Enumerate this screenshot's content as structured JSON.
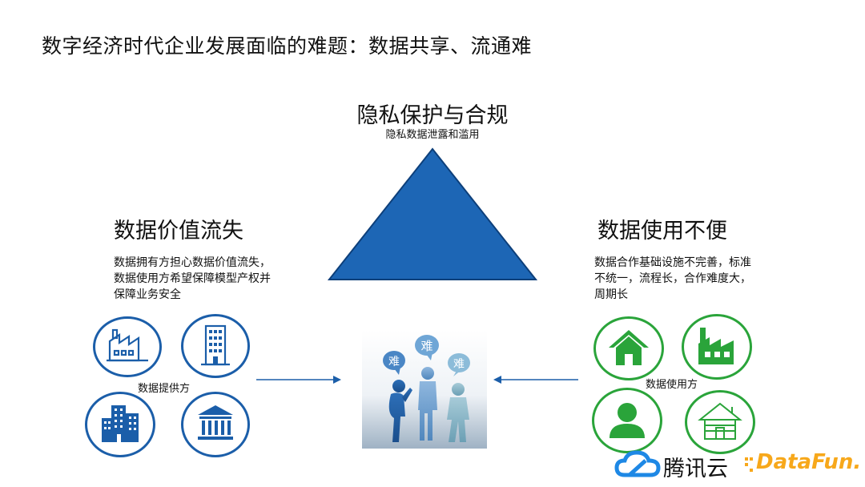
{
  "title": "数字经济时代企业发展面临的难题：数据共享、流通难",
  "center": {
    "title": "隐私保护与合规",
    "subtitle": "隐私数据泄露和滥用",
    "bubbles": [
      "难",
      "难",
      "难"
    ]
  },
  "left": {
    "title": "数据价值流失",
    "desc_lines": [
      "数据拥有方担心数据价值流失，",
      "数据使用方希望保障模型产权并",
      "保障业务安全"
    ],
    "label": "数据提供方",
    "icons": [
      "factory-icon",
      "office-building-icon",
      "city-buildings-icon",
      "bank-icon"
    ]
  },
  "right": {
    "title": "数据使用不便",
    "desc_lines": [
      "数据合作基础设施不完善，标准",
      "不统一，流程长，合作难度大，",
      "周期长"
    ],
    "label": "数据使用方",
    "icons": [
      "house-icon",
      "factory-icon",
      "person-icon",
      "cabin-icon"
    ]
  },
  "colors": {
    "triangle": "#1d66b5",
    "blue": "#1b5ea9",
    "green": "#2aa43a",
    "logo_blue": "#1e88e5",
    "logo_orange": "#f7a81b"
  },
  "logos": {
    "tencent_cloud": "腾讯云",
    "datafun": "DataFun."
  }
}
